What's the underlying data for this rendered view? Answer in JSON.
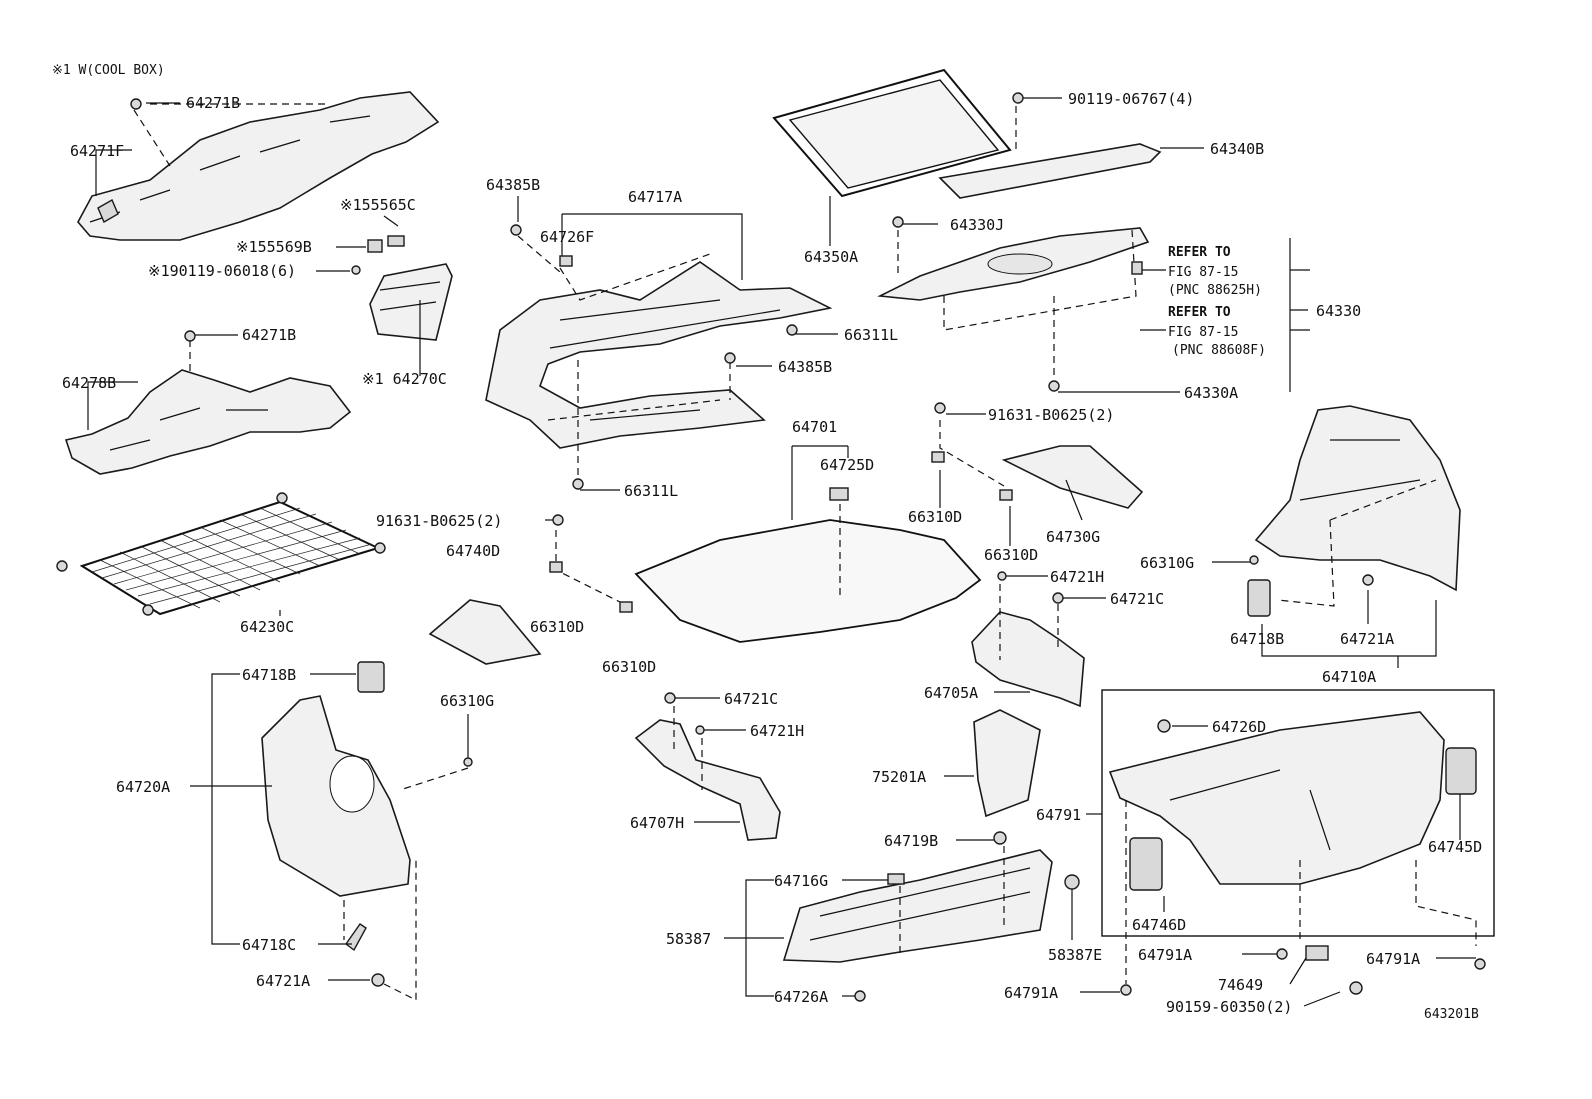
{
  "header": {
    "note": "※1 W(COOL BOX)"
  },
  "figure_id": "643201B",
  "refer": {
    "a1": "REFER TO",
    "a2": "FIG 87-15",
    "a3": "(PNC 88625H)",
    "b1": "REFER TO",
    "b2": "FIG 87-15",
    "b3": "(PNC 88608F)"
  },
  "labels": {
    "p64271B_a": "64271B",
    "p64271F": "64271F",
    "p55565C": "※155565C",
    "p55569B": "※155569B",
    "p90119_06018": "※190119-06018(6)",
    "p64271B_b": "64271B",
    "p64278B": "64278B",
    "p64270C": "※1 64270C",
    "p64230C": "64230C",
    "p64385B_a": "64385B",
    "p64717A": "64717A",
    "p64726F": "64726F",
    "p66311L_a": "66311L",
    "p64385B_b": "64385B",
    "p66311L_b": "66311L",
    "p91631_a": "91631-B0625(2)",
    "p64740D": "64740D",
    "p66310D_a": "66310D",
    "p66310D_b": "66310D",
    "p90119_06767": "90119-06767(4)",
    "p64340B": "64340B",
    "p64350A": "64350A",
    "p64330J": "64330J",
    "p64330": "64330",
    "p64330A": "64330A",
    "p91631_b": "91631-B0625(2)",
    "p64701": "64701",
    "p64725D": "64725D",
    "p66310D_c": "66310D",
    "p66310D_d": "66310D",
    "p64730G": "64730G",
    "p64721H_a": "64721H",
    "p64721C_a": "64721C",
    "p64705A": "64705A",
    "p66310G_a": "66310G",
    "p64718B_a": "64718B",
    "p64721A_a": "64721A",
    "p64710A": "64710A",
    "p64718B_b": "64718B",
    "p64720A": "64720A",
    "p66310G_b": "66310G",
    "p64718C": "64718C",
    "p64721A_b": "64721A",
    "p64721C_b": "64721C",
    "p64721H_b": "64721H",
    "p64707H": "64707H",
    "p75201A": "75201A",
    "p64719B": "64719B",
    "p64716G": "64716G",
    "p58387": "58387",
    "p58387E": "58387E",
    "p64726A": "64726A",
    "p64726D": "64726D",
    "p64791": "64791",
    "p64745D": "64745D",
    "p64746D": "64746D",
    "p64791A_a": "64791A",
    "p74649": "74649",
    "p64791A_b": "64791A",
    "p64791A_c": "64791A",
    "p90159": "90159-60350(2)"
  }
}
